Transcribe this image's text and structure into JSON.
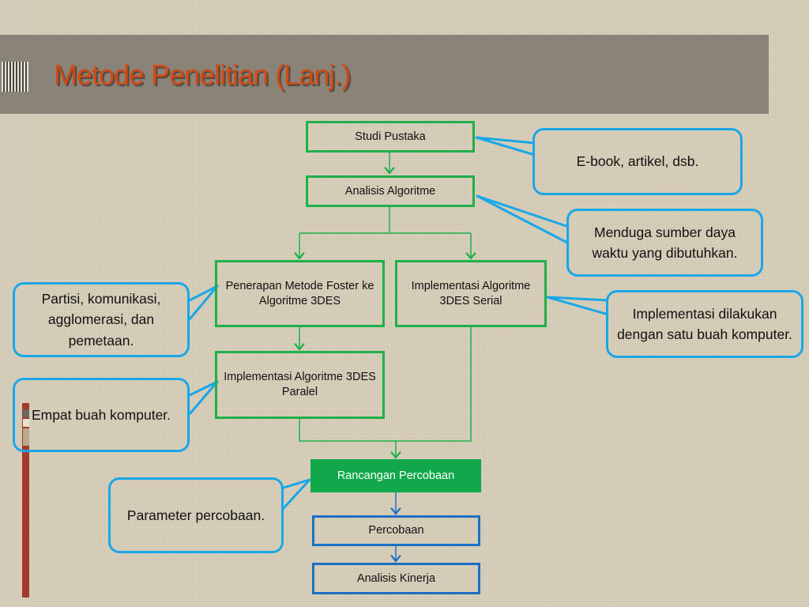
{
  "slide": {
    "title": "Metode Penelitian (Lanj.)"
  },
  "flow": {
    "studi_pustaka": "Studi Pustaka",
    "analisis_algoritme": "Analisis Algoritme",
    "penerapan_metode": "Penerapan Metode Foster ke Algoritme 3DES",
    "implementasi_serial": "Implementasi Algoritme 3DES Serial",
    "implementasi_paralel": "Implementasi Algoritme 3DES Paralel",
    "rancangan_percobaan": "Rancangan Percobaan",
    "percobaan": "Percobaan",
    "analisis_kinerja": "Analisis Kinerja"
  },
  "callouts": {
    "ebook": "E-book, artikel, dsb.",
    "menduga": "Menduga sumber daya waktu yang dibutuhkan.",
    "partisi": "Partisi, komunikasi, agglomerasi, dan pemetaan.",
    "satu_komputer": "Implementasi dilakukan dengan satu buah komputer.",
    "empat_komputer": "Empat buah komputer.",
    "parameter": "Parameter percobaan."
  },
  "colors": {
    "title": "#d24a14",
    "box_green": "#1fb04b",
    "box_blue": "#1c6fc4",
    "callout_border": "#19a7e8"
  }
}
